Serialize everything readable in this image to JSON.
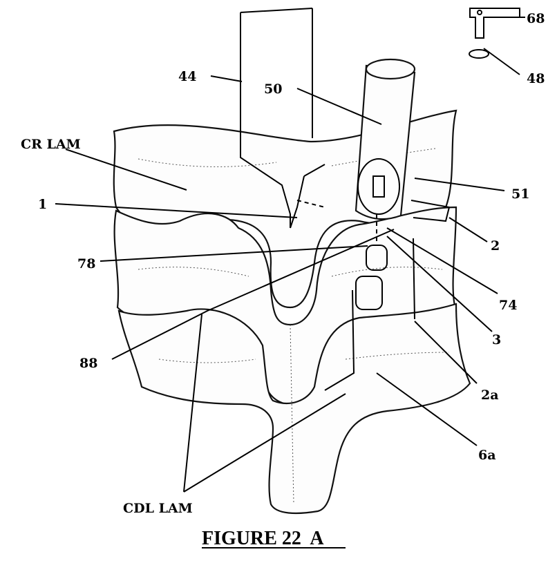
{
  "figure": {
    "caption": "FIGURE 22  A",
    "labels": {
      "l68": "68",
      "l48": "48",
      "l44": "44",
      "l50": "50",
      "cr_lam": "CR LAM",
      "l51": "51",
      "l1": "1",
      "l2": "2",
      "l78": "78",
      "l74": "74",
      "l3": "3",
      "l88": "88",
      "l2a": "2a",
      "l6a": "6a",
      "cdl_lam": "CDL LAM"
    }
  }
}
